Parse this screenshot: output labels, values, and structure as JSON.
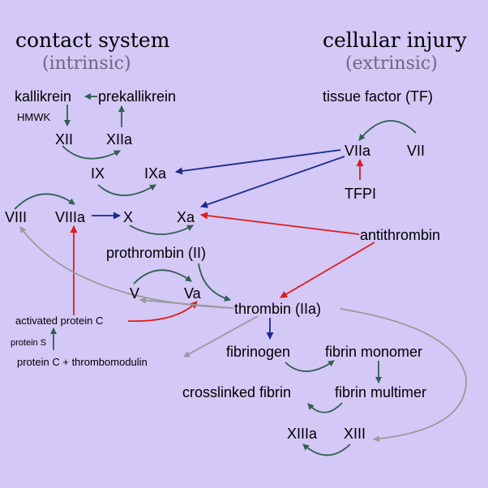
{
  "colors": {
    "background": "#d4c8f6",
    "dark_green": "#2f5f4f",
    "blue": "#1a2a8c",
    "red": "#e01a1a",
    "gray": "#9a9a9a",
    "subtitle": "#6f6482"
  },
  "headers": {
    "contact_system": "contact system",
    "intrinsic": "(intrinsic)",
    "cellular_injury": "cellular injury",
    "extrinsic": "(extrinsic)"
  },
  "nodes": {
    "kallikrein": "kallikrein",
    "prekallikrein": "prekallikrein",
    "hmwk": "HMWK",
    "xii": "XII",
    "xiia": "XIIa",
    "ix": "IX",
    "ixa": "IXa",
    "viii": "VIII",
    "viiia": "VIIIa",
    "x": "X",
    "xa": "Xa",
    "prothrombin": "prothrombin (II)",
    "v": "V",
    "va": "Va",
    "thrombin": "thrombin (IIa)",
    "activated_protein_c": "activated protein C",
    "protein_s": "protein S",
    "protein_c_thrombomodulin": "protein C + thrombomodulin",
    "tissue_factor": "tissue factor (TF)",
    "viia": "VIIa",
    "vii": "VII",
    "tfpi": "TFPI",
    "antithrombin": "antithrombin",
    "fibrinogen": "fibrinogen",
    "fibrin_monomer": "fibrin monomer",
    "fibrin_multimer": "fibrin multimer",
    "crosslinked_fibrin": "crosslinked fibrin",
    "xiiia": "XIIIa",
    "xiii": "XIII"
  }
}
